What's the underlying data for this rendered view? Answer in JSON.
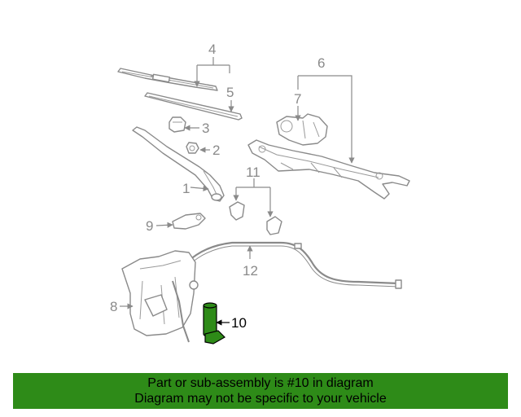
{
  "diagram": {
    "callouts": {
      "c1": "1",
      "c2": "2",
      "c3": "3",
      "c4": "4",
      "c5": "5",
      "c6": "6",
      "c7": "7",
      "c8": "8",
      "c9": "9",
      "c10": "10",
      "c11": "11",
      "c12": "12"
    },
    "highlight_color": "#2e8b18"
  },
  "banner": {
    "line1": "Part or sub-assembly is #10 in diagram",
    "line2": "Diagram may not be specific to your vehicle",
    "background": "#2e8b18"
  }
}
